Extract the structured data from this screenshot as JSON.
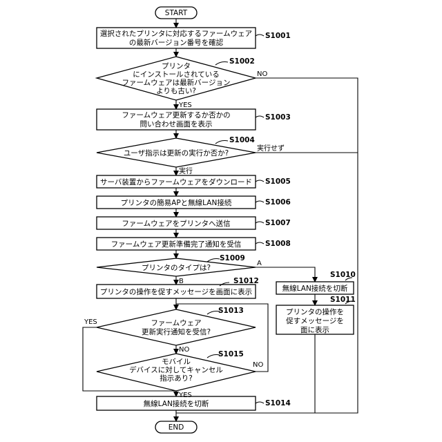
{
  "start": "START",
  "end": "END",
  "steps": {
    "s1001": {
      "text": [
        "選択されたプリンタに対応するファームウェア",
        "の最新バージョン番号を確認"
      ],
      "label": "S1001"
    },
    "s1002": {
      "text": [
        "プリンタ",
        "にインストールされている",
        "ファームウェアは最新バージョン",
        "よりも古い?"
      ],
      "label": "S1002",
      "yes": "YES",
      "no": "NO"
    },
    "s1003": {
      "text": [
        "ファームウェア更新するか否かの",
        "問い合わせ画面を表示"
      ],
      "label": "S1003"
    },
    "s1004": {
      "text": [
        "ユーザ指示は更新の実行か否か?"
      ],
      "label": "S1004",
      "yes": "実行",
      "no": "実行せず"
    },
    "s1005": {
      "text": [
        "サーバ装置からファームウェアをダウンロード"
      ],
      "label": "S1005"
    },
    "s1006": {
      "text": [
        "プリンタの簡易APと無線LAN接続"
      ],
      "label": "S1006"
    },
    "s1007": {
      "text": [
        "ファームウェアをプリンタへ送信"
      ],
      "label": "S1007"
    },
    "s1008": {
      "text": [
        "ファームウェア更新準備完了通知を受信"
      ],
      "label": "S1008"
    },
    "s1009": {
      "text": [
        "プリンタのタイプは?"
      ],
      "label": "S1009",
      "a": "A",
      "b": "B"
    },
    "s1010": {
      "text": [
        "無線LAN接続を切断"
      ],
      "label": "S1010"
    },
    "s1011": {
      "text": [
        "プリンタの操作を",
        "促すメッセージを",
        "面に表示"
      ],
      "label": "S1011"
    },
    "s1012": {
      "text": [
        "プリンタの操作を促すメッセージを画面に表示"
      ],
      "label": "S1012"
    },
    "s1013": {
      "text": [
        "ファームウェア",
        "更新実行通知を受信?"
      ],
      "label": "S1013",
      "yes": "YES",
      "no": "NO"
    },
    "s1014": {
      "text": [
        "無線LAN接続を切断"
      ],
      "label": "S1014"
    },
    "s1015": {
      "text": [
        "モバイル",
        "デバイスに対してキャンセル",
        "指示あり?"
      ],
      "label": "S1015",
      "yes": "YES",
      "no": "NO"
    }
  }
}
